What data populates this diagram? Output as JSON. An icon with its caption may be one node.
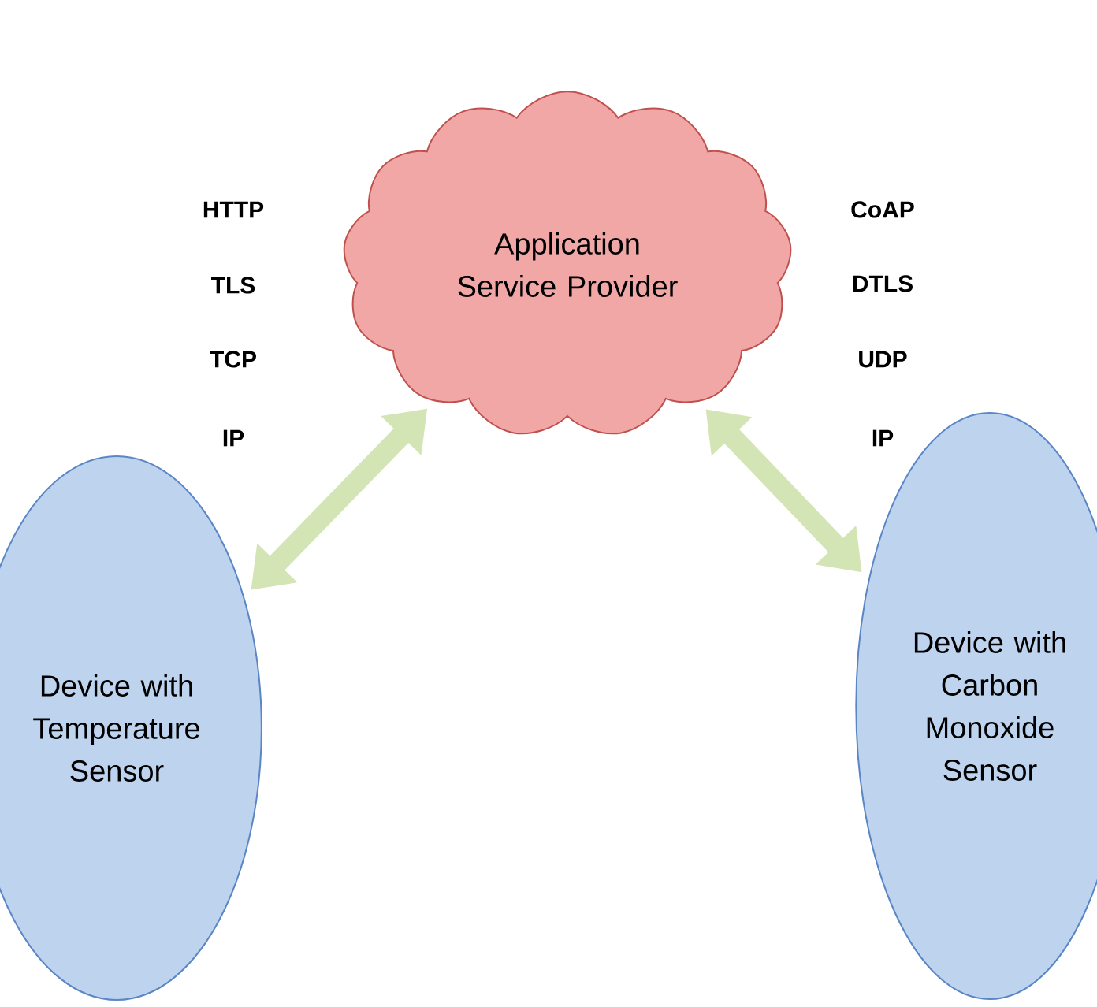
{
  "diagram": {
    "nodes": [
      {
        "text": [
          "Application Service Provider"
        ]
      },
      {
        "text": [
          "Device with Temperature Sensor"
        ]
      },
      {
        "text": [
          "Device with Carbon Monoxide Sensor"
        ]
      }
    ],
    "edges": [
      {
        "from": 1,
        "to": 0,
        "arrow": "both"
      },
      {
        "from": 0,
        "to": 2,
        "arrow": "both"
      }
    ],
    "labels": [
      "HTTP",
      "TLS",
      "TCP",
      "IP",
      "CoAP",
      "DTLS",
      "UDP",
      "IP"
    ]
  }
}
